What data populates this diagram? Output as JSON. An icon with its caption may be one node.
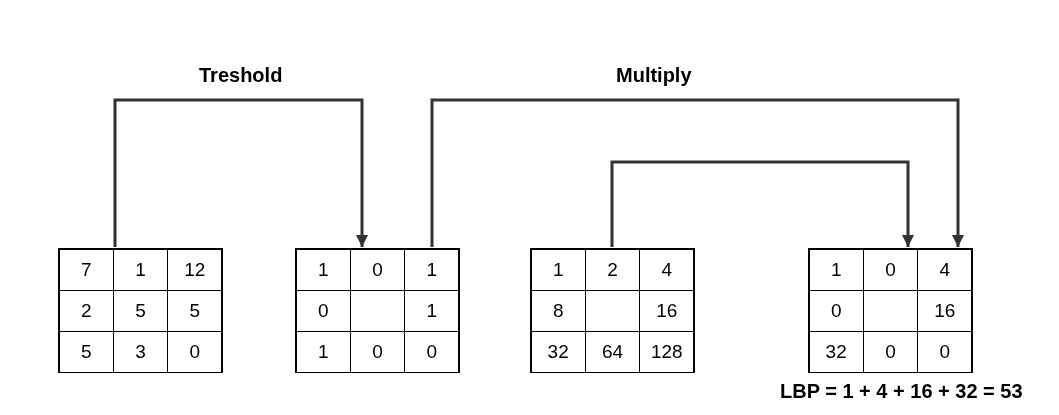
{
  "diagram": {
    "nodes": [
      {
        "text": [
          "7",
          "1",
          "12",
          "2",
          "5",
          "5",
          "5",
          "3",
          "0"
        ]
      },
      {
        "text": [
          "1",
          "0",
          "1",
          "0",
          "1",
          "1",
          "0",
          "0"
        ]
      },
      {
        "text": [
          "1",
          "2",
          "4",
          "8",
          "16",
          "32",
          "64",
          "128"
        ]
      },
      {
        "text": [
          "1",
          "0",
          "4",
          "0",
          "16",
          "32",
          "0",
          "0"
        ]
      }
    ],
    "edges": [
      {
        "from": 0,
        "to": 1,
        "arrow": "to",
        "label": "Treshold"
      },
      {
        "from": 1,
        "to": 3,
        "arrow": "to",
        "label": "Multiply"
      },
      {
        "from": 2,
        "to": 3,
        "arrow": "to"
      }
    ],
    "labels": [
      "LBP = 1 + 4 + 16 + 32 = 53"
    ]
  }
}
